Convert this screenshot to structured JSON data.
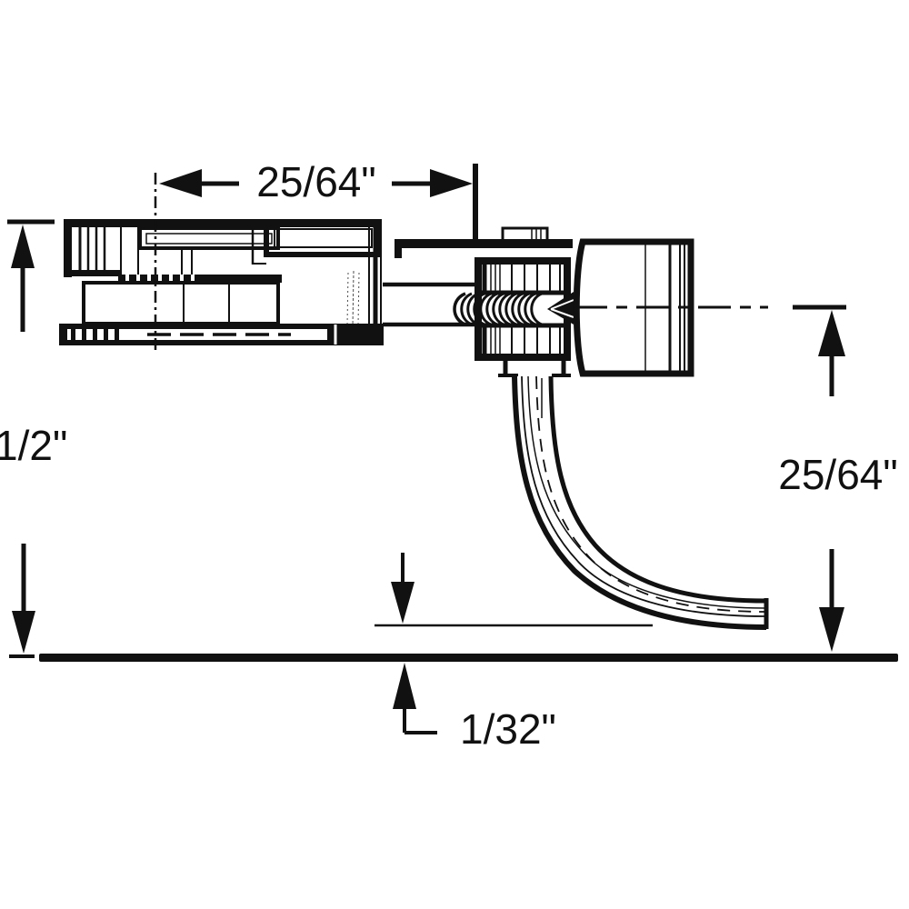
{
  "figure": {
    "background": "#ffffff",
    "line_color": "#111111"
  },
  "dimensions": {
    "shank_length": {
      "label": "25/64\""
    },
    "overall_height": {
      "label": "1/2\""
    },
    "centerline_height": {
      "label": "25/64\""
    },
    "trip_pin_clearance": {
      "label": "1/32\""
    }
  }
}
